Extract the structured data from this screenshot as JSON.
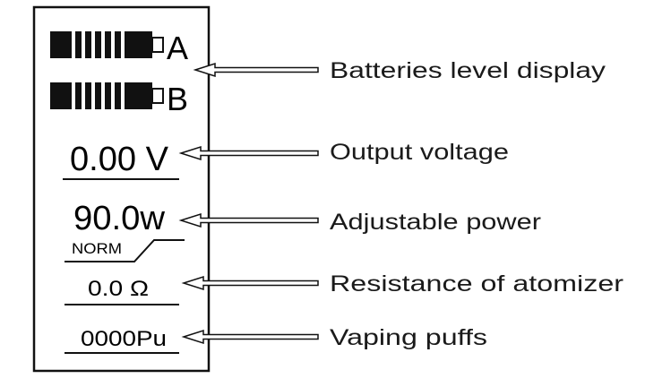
{
  "display": {
    "battery_a_letter": "A",
    "battery_b_letter": "B",
    "battery_a_bars": 6,
    "battery_b_bars": 6,
    "output_voltage": "0.00 V",
    "power": "90.0w",
    "mode": "NORM",
    "resistance": "0.0 Ω",
    "puffs": "0000Pu"
  },
  "callouts": {
    "battery": "Batteries level display",
    "voltage": "Output voltage",
    "power": "Adjustable power",
    "resistance": "Resistance of atomizer",
    "puffs": "Vaping puffs"
  },
  "colors": {
    "ink": "#111111",
    "background": "#ffffff"
  }
}
